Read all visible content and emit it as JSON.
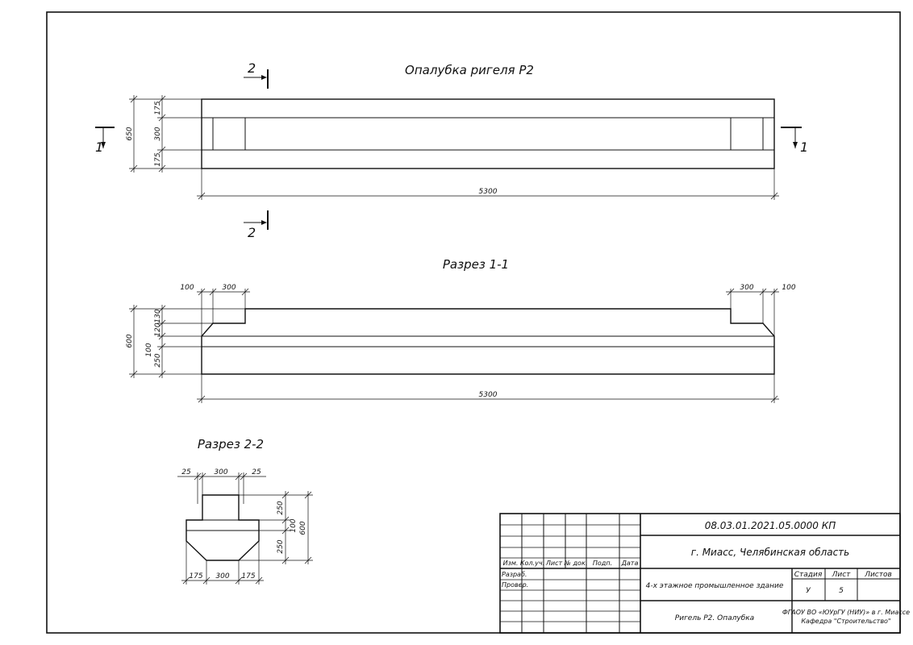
{
  "titles": {
    "formwork": "Опалубка ригеля Р2",
    "section11": "Разрез 1-1",
    "section22": "Разрез 2-2"
  },
  "cut_marks": {
    "one": "1",
    "two": "2"
  },
  "dims": {
    "plan": {
      "h_total": "650",
      "h_top": "175",
      "h_mid": "300",
      "h_bot": "175",
      "length": "5300"
    },
    "sec11": {
      "left_100": "100",
      "left_300": "300",
      "right_300": "300",
      "right_100": "100",
      "h_total": "600",
      "h_130": "130",
      "h_120": "120",
      "h_100": "100",
      "h_250": "250",
      "length": "5300"
    },
    "sec22": {
      "top_25a": "25",
      "top_300": "300",
      "top_25b": "25",
      "r_250a": "250",
      "r_100": "100",
      "r_250b": "250",
      "r_600": "600",
      "bot_175a": "175",
      "bot_300": "300",
      "bot_175b": "175"
    }
  },
  "stamp": {
    "code": "08.03.01.2021.05.0000 КП",
    "location": "г. Миасс, Челябинская область",
    "building": "4-х этажное промышленное здание",
    "drawing": "Ригель Р2. Опалубка",
    "org_line1": "ФГАОУ ВО «ЮУрГУ (НИУ)» в г. Миассе",
    "org_line2": "Кафедра \"Строительство\"",
    "stage_label": "Стадия",
    "sheet_label": "Лист",
    "sheets_label": "Листов",
    "stage_value": "У",
    "sheet_value": "5",
    "headers": {
      "izm": "Изм.",
      "kol": "Кол.уч.",
      "list": "Лист",
      "ndok": "№ док.",
      "podp": "Подп.",
      "data": "Дата"
    },
    "razrab": "Разраб.",
    "prover": "Провер."
  }
}
